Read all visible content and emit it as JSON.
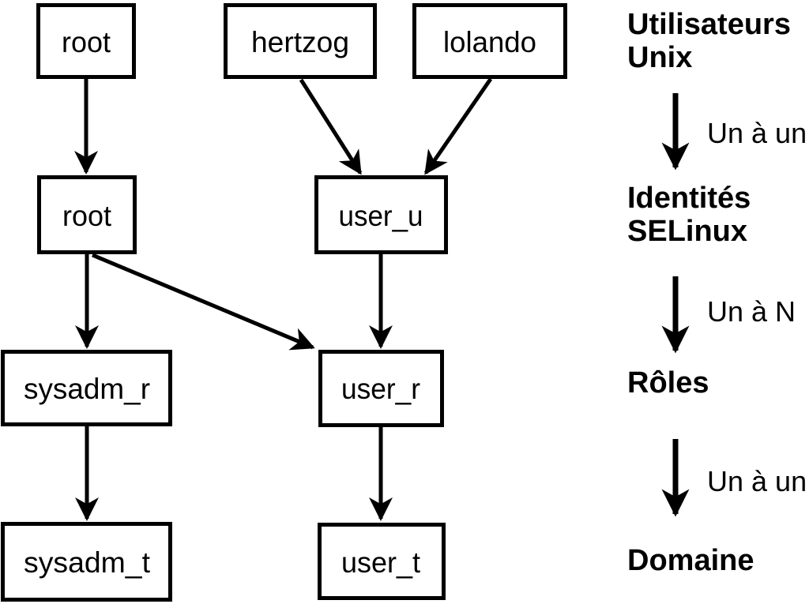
{
  "colors": {
    "foreground": "#000000",
    "background": "#ffffff"
  },
  "nodes": {
    "unix_root": {
      "label": "root"
    },
    "unix_hertzog": {
      "label": "hertzog"
    },
    "unix_lolando": {
      "label": "lolando"
    },
    "selinux_root": {
      "label": "root"
    },
    "selinux_user_u": {
      "label": "user_u"
    },
    "role_sysadm_r": {
      "label": "sysadm_r"
    },
    "role_user_r": {
      "label": "user_r"
    },
    "domain_sysadm_t": {
      "label": "sysadm_t"
    },
    "domain_user_t": {
      "label": "user_t"
    }
  },
  "legend": {
    "unix_users_line1": "Utilisateurs",
    "unix_users_line2": "Unix",
    "mapping_unix_to_selinux": "Un à un",
    "selinux_identities_line1": "Identités",
    "selinux_identities_line2": "SELinux",
    "mapping_selinux_to_roles": "Un à N",
    "roles": "Rôles",
    "mapping_roles_to_domain": "Un à un",
    "domain": "Domaine"
  }
}
